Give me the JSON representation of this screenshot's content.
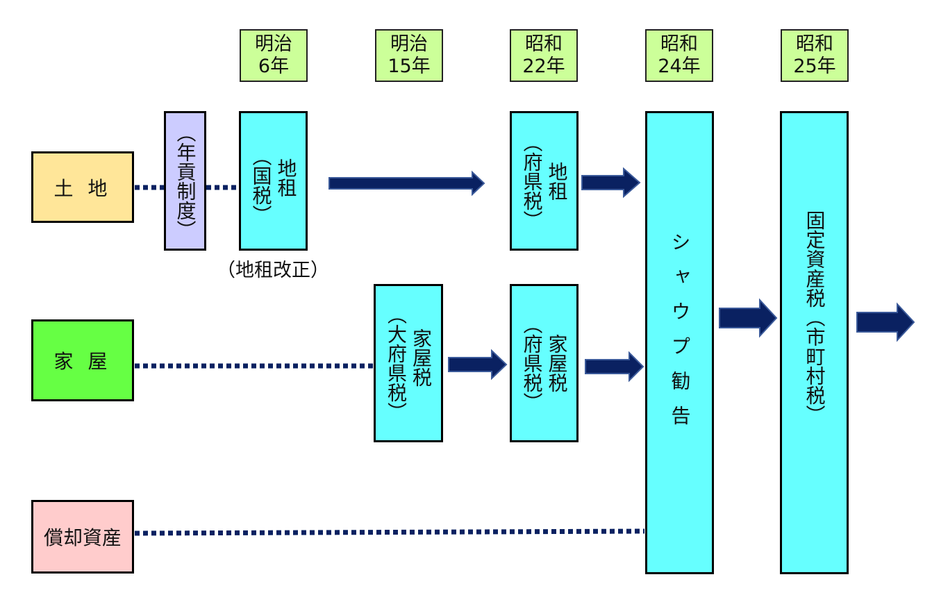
{
  "eras": [
    {
      "line1": "明治",
      "line2": "6年"
    },
    {
      "line1": "明治",
      "line2": "15年"
    },
    {
      "line1": "昭和",
      "line2": "22年"
    },
    {
      "line1": "昭和",
      "line2": "24年"
    },
    {
      "line1": "昭和",
      "line2": "25年"
    }
  ],
  "categories": {
    "land": "土 地",
    "house": "家 屋",
    "depreciable": "償却資産"
  },
  "nodes": {
    "nengu": "（年貢制度）",
    "chiso_main": "地租",
    "chiso_sub": "（国税）",
    "chiso_reform": "（地租改正）",
    "pref_chiso_main": "地租",
    "pref_chiso_sub": "（府県税）",
    "kaoku_main": "家屋税",
    "kaoku_sub": "（大府県税）",
    "pref_kaoku_main": "家屋税",
    "pref_kaoku_sub": "（府県税）",
    "shoup": "シャウプ勧告",
    "fixed_main": "固定資産税",
    "fixed_sub": "（市町村税）"
  },
  "colors": {
    "era_bg": "#ccff99",
    "land_bg": "#ffe699",
    "house_bg": "#66ff44",
    "depreciable_bg": "#ffcccc",
    "nengu_bg": "#ccccff",
    "tax_bg": "#66ffff",
    "arrow": "#0a2161",
    "arrow_edge": "#3b5a9a"
  }
}
